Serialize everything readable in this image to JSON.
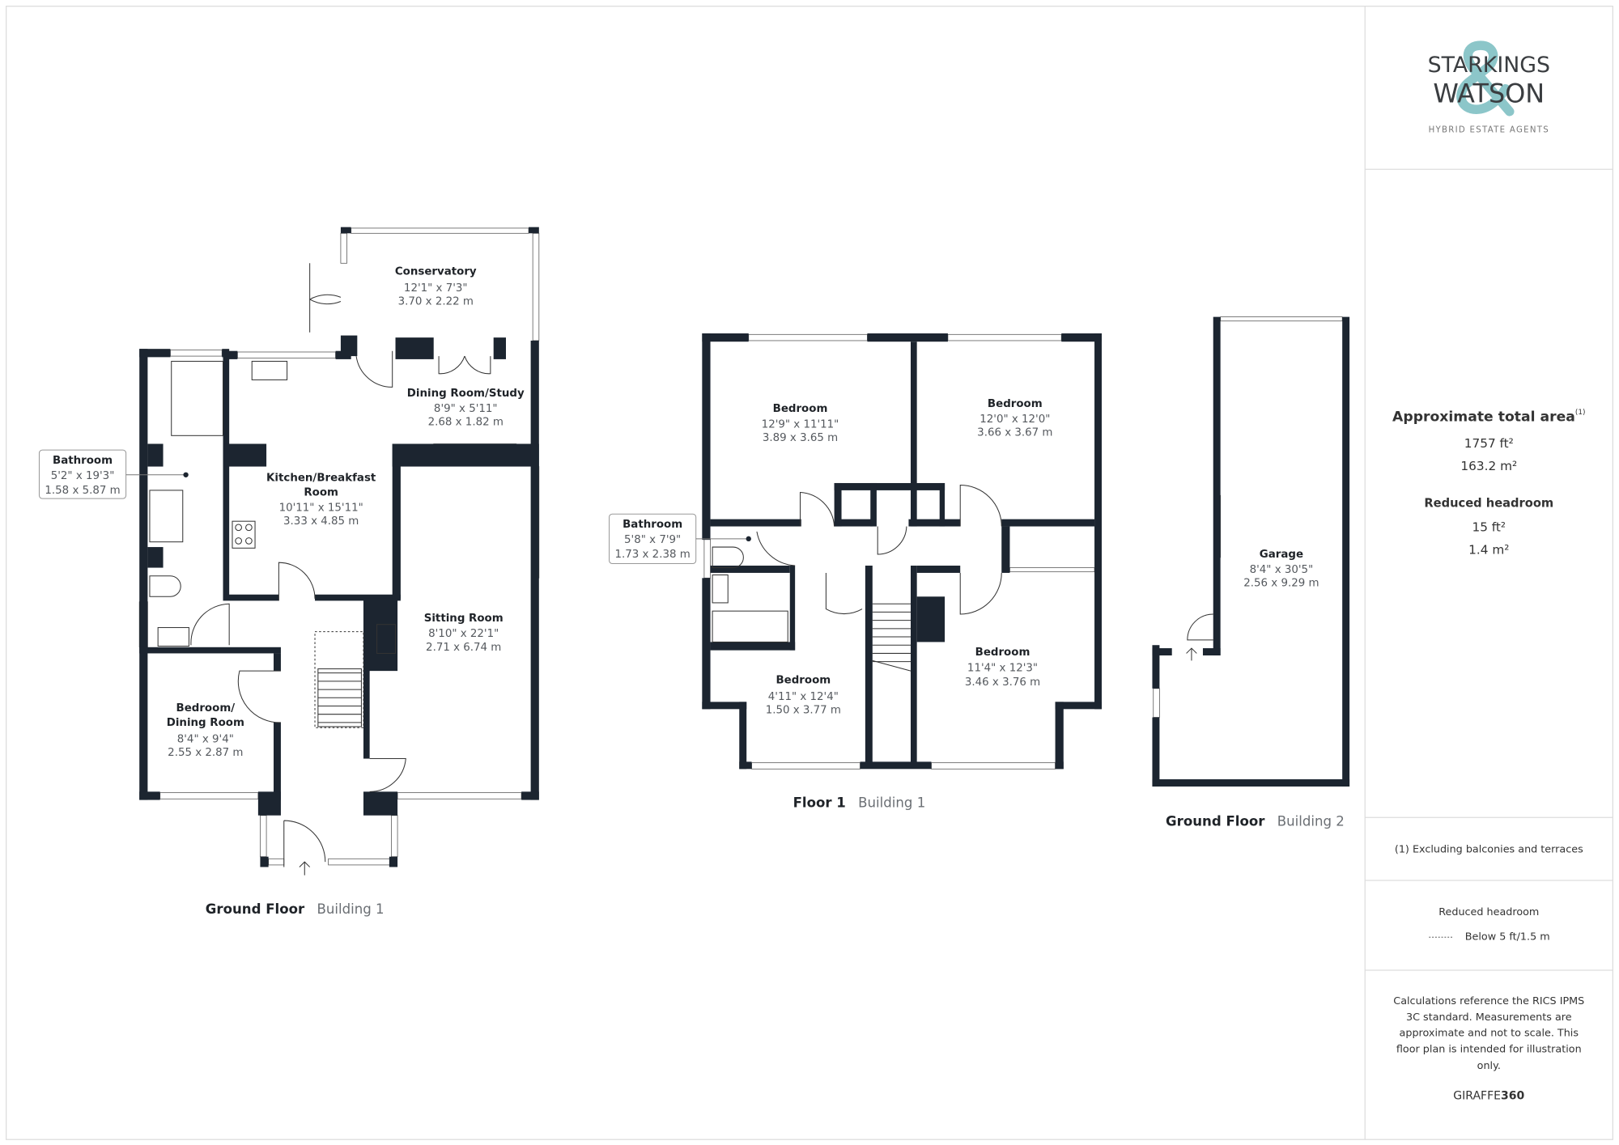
{
  "brand": {
    "name_line1": "STARKINGS",
    "name_line2": "WATSON",
    "ampersand": "&",
    "tagline": "HYBRID ESTATE AGENTS",
    "accent": "#8cc6c9",
    "wall_color": "#1c2530"
  },
  "floors": {
    "ground1": {
      "title": "Ground Floor",
      "building": "Building 1",
      "rooms": [
        {
          "name": "Conservatory",
          "imperial": "12'1\" x 7'3\"",
          "metric": "3.70 x 2.22 m"
        },
        {
          "name": "Dining Room/Study",
          "imperial": "8'9\" x 5'11\"",
          "metric": "2.68 x 1.82 m"
        },
        {
          "name": "Bathroom",
          "imperial": "5'2\" x 19'3\"",
          "metric": "1.58 x 5.87 m"
        },
        {
          "name_line1": "Kitchen/Breakfast",
          "name_line2": "Room",
          "imperial": "10'11\" x 15'11\"",
          "metric": "3.33 x 4.85 m"
        },
        {
          "name": "Sitting Room",
          "imperial": "8'10\" x 22'1\"",
          "metric": "2.71 x 6.74 m"
        },
        {
          "name_line1": "Bedroom/",
          "name_line2": "Dining Room",
          "imperial": "8'4\" x 9'4\"",
          "metric": "2.55 x 2.87 m"
        }
      ]
    },
    "floor1": {
      "title": "Floor 1",
      "building": "Building 1",
      "rooms": [
        {
          "name": "Bedroom",
          "imperial": "12'9\" x 11'11\"",
          "metric": "3.89 x 3.65 m"
        },
        {
          "name": "Bedroom",
          "imperial": "12'0\" x 12'0\"",
          "metric": "3.66 x 3.67 m"
        },
        {
          "name": "Bathroom",
          "imperial": "5'8\" x 7'9\"",
          "metric": "1.73 x 2.38 m"
        },
        {
          "name": "Bedroom",
          "imperial": "4'11\" x 12'4\"",
          "metric": "1.50 x 3.77 m"
        },
        {
          "name": "Bedroom",
          "imperial": "11'4\" x 12'3\"",
          "metric": "3.46 x 3.76 m"
        }
      ]
    },
    "ground2": {
      "title": "Ground Floor",
      "building": "Building 2",
      "rooms": [
        {
          "name": "Garage",
          "imperial": "8'4\" x 30'5\"",
          "metric": "2.56 x 9.29 m"
        }
      ]
    }
  },
  "summary": {
    "total_title": "Approximate total area",
    "total_sup": "(1)",
    "total_ft": "1757 ft²",
    "total_m": "163.2 m²",
    "reduced_title": "Reduced headroom",
    "reduced_ft": "15 ft²",
    "reduced_m": "1.4 m²"
  },
  "footnote": "(1) Excluding balconies and terraces",
  "legend": {
    "title": "Reduced headroom",
    "item": "Below 5 ft/1.5 m"
  },
  "disclaimer": [
    "Calculations reference the RICS IPMS",
    "3C standard. Measurements are",
    "approximate and not to scale. This",
    "floor plan is intended for illustration",
    "only."
  ],
  "credit": {
    "part1": "GIRAFFE",
    "part2": "360"
  }
}
